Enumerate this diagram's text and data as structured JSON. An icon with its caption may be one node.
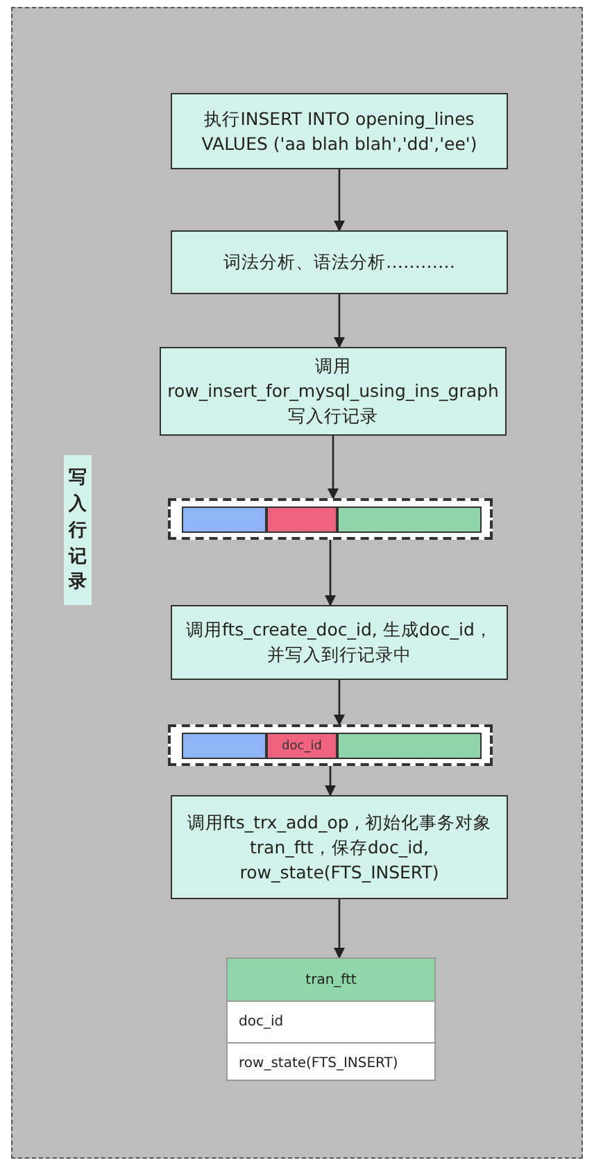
{
  "diagram": {
    "nodes": [
      {
        "text": [
          "执行INSERT INTO opening_lines VALUES ('aa blah blah','dd','ee')"
        ]
      },
      {
        "text": [
          "词法分析、语法分析…………"
        ]
      },
      {
        "text": [
          "调用 row_insert_for_mysql_using_ins_graph 写入行记录"
        ]
      },
      {
        "text": [],
        "shape": "bar"
      },
      {
        "text": [
          "调用fts_create_doc_id, 生成doc_id，并写入到行记录中"
        ]
      },
      {
        "text": [
          "doc_id"
        ]
      },
      {
        "text": [
          "调用fts_trx_add_op , 初始化事务对象 tran_ftt，保存doc_id, row_state(FTS_INSERT)"
        ]
      },
      {
        "text": [
          "tran_ftt",
          "doc_id",
          "row_state(FTS_INSERT)"
        ]
      },
      {
        "text": [
          "写入行记录"
        ]
      }
    ],
    "edges": [
      {
        "from": 0,
        "to": 1,
        "arrow": "to"
      },
      {
        "from": 1,
        "to": 2,
        "arrow": "to"
      },
      {
        "from": 2,
        "to": 3,
        "arrow": "to"
      },
      {
        "from": 3,
        "to": 4,
        "arrow": "to"
      },
      {
        "from": 4,
        "to": 5,
        "arrow": "to"
      },
      {
        "from": 5,
        "to": 6,
        "arrow": "to"
      },
      {
        "from": 6,
        "to": 7,
        "arrow": "to"
      }
    ]
  }
}
